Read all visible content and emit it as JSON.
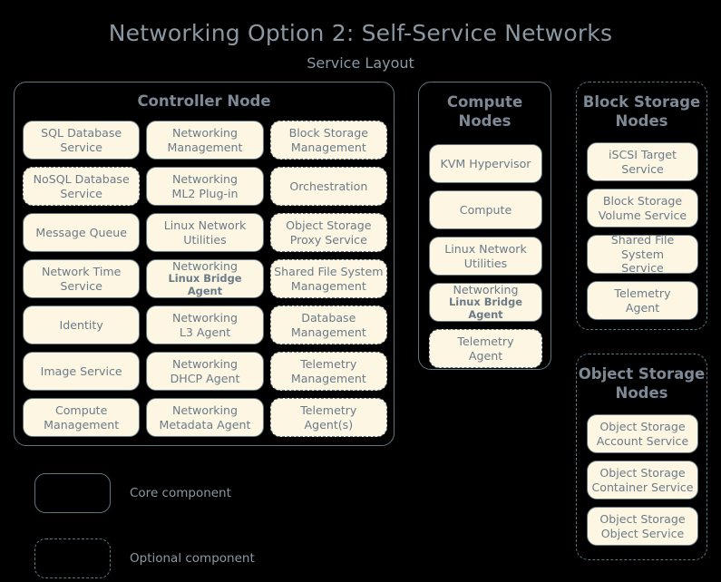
{
  "title": "Networking Option 2: Self-Service Networks",
  "subtitle": "Service Layout",
  "colors": {
    "background": "#000000",
    "box_fill": "#fdf6e3",
    "border": "#5f7580",
    "title_text": "#8b98a3",
    "box_text": "#6b7b88"
  },
  "groups": {
    "controller": {
      "title": "Controller Node",
      "optional": false,
      "services": [
        {
          "line1": "SQL Database",
          "line2": "Service",
          "optional": false,
          "small_second_line": false
        },
        {
          "line1": "Networking",
          "line2": "Management",
          "optional": false,
          "small_second_line": false
        },
        {
          "line1": "Block Storage",
          "line2": "Management",
          "optional": true,
          "small_second_line": false
        },
        {
          "line1": "NoSQL Database",
          "line2": "Service",
          "optional": true,
          "small_second_line": false
        },
        {
          "line1": "Networking",
          "line2": "ML2 Plug-in",
          "optional": false,
          "small_second_line": false
        },
        {
          "line1": "Orchestration",
          "line2": "",
          "optional": true,
          "small_second_line": false
        },
        {
          "line1": "Message Queue",
          "line2": "",
          "optional": false,
          "small_second_line": false
        },
        {
          "line1": "Linux Network",
          "line2": "Utilities",
          "optional": false,
          "small_second_line": false
        },
        {
          "line1": "Object Storage",
          "line2": "Proxy Service",
          "optional": true,
          "small_second_line": false
        },
        {
          "line1": "Network Time",
          "line2": "Service",
          "optional": false,
          "small_second_line": false
        },
        {
          "line1": "Networking",
          "line2": "Linux Bridge Agent",
          "optional": false,
          "small_second_line": true
        },
        {
          "line1": "Shared File System",
          "line2": "Management",
          "optional": true,
          "small_second_line": false
        },
        {
          "line1": "Identity",
          "line2": "",
          "optional": false,
          "small_second_line": false
        },
        {
          "line1": "Networking",
          "line2": "L3 Agent",
          "optional": false,
          "small_second_line": false
        },
        {
          "line1": "Database",
          "line2": "Management",
          "optional": true,
          "small_second_line": false
        },
        {
          "line1": "Image Service",
          "line2": "",
          "optional": false,
          "small_second_line": false
        },
        {
          "line1": "Networking",
          "line2": "DHCP Agent",
          "optional": false,
          "small_second_line": false
        },
        {
          "line1": "Telemetry",
          "line2": "Management",
          "optional": true,
          "small_second_line": false
        },
        {
          "line1": "Compute",
          "line2": "Management",
          "optional": false,
          "small_second_line": false
        },
        {
          "line1": "Networking",
          "line2": "Metadata Agent",
          "optional": false,
          "small_second_line": false
        },
        {
          "line1": "Telemetry",
          "line2": "Agent(s)",
          "optional": true,
          "small_second_line": false
        }
      ]
    },
    "compute": {
      "title": "Compute Nodes",
      "optional": false,
      "services": [
        {
          "line1": "KVM Hypervisor",
          "line2": "",
          "optional": false,
          "small_second_line": false
        },
        {
          "line1": "Compute",
          "line2": "",
          "optional": false,
          "small_second_line": false
        },
        {
          "line1": "Linux Network",
          "line2": "Utilities",
          "optional": false,
          "small_second_line": false
        },
        {
          "line1": "Networking",
          "line2": "Linux Bridge Agent",
          "optional": false,
          "small_second_line": true
        },
        {
          "line1": "Telemetry",
          "line2": "Agent",
          "optional": true,
          "small_second_line": false
        }
      ]
    },
    "block_storage": {
      "title": "Block Storage Nodes",
      "optional": true,
      "services": [
        {
          "line1": "iSCSI Target",
          "line2": "Service",
          "optional": false,
          "small_second_line": false
        },
        {
          "line1": "Block Storage",
          "line2": "Volume Service",
          "optional": false,
          "small_second_line": false
        },
        {
          "line1": "Shared File System",
          "line2": "Service",
          "optional": false,
          "small_second_line": false
        },
        {
          "line1": "Telemetry",
          "line2": "Agent",
          "optional": false,
          "small_second_line": false
        }
      ]
    },
    "object_storage": {
      "title": "Object Storage Nodes",
      "optional": true,
      "services": [
        {
          "line1": "Object Storage",
          "line2": "Account Service",
          "optional": false,
          "small_second_line": false
        },
        {
          "line1": "Object Storage",
          "line2": "Container Service",
          "optional": false,
          "small_second_line": false
        },
        {
          "line1": "Object Storage",
          "line2": "Object Service",
          "optional": false,
          "small_second_line": false
        }
      ]
    }
  },
  "legend": {
    "core_label": "Core component",
    "optional_label": "Optional component"
  }
}
